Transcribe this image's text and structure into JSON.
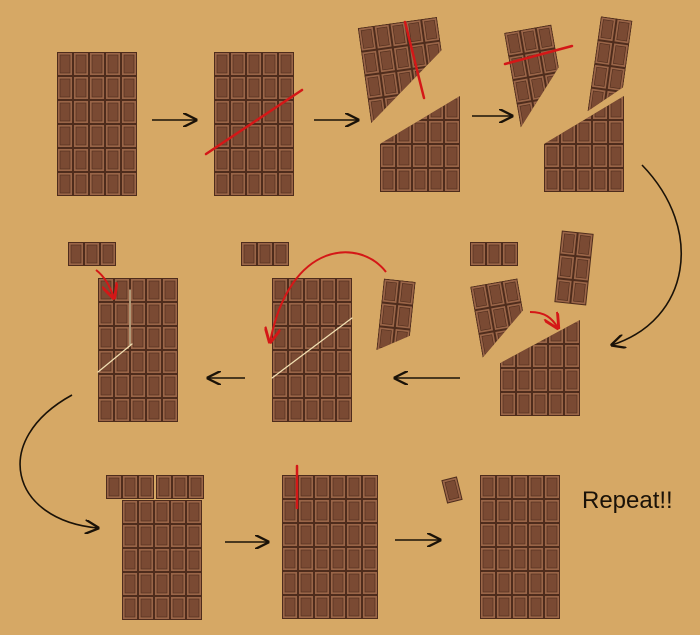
{
  "caption": "Repeat!!",
  "colors": {
    "background": "#d6a865",
    "chocolate": "#7a4a33",
    "chocolate_dark": "#4e2c1c",
    "chocolate_light": "#9a6548",
    "cut_line": "#d41717",
    "crack_line": "#f1dfb2",
    "arrow": "#1a1208"
  },
  "steps": [
    {
      "id": 1,
      "description_icon": "full-chocolate-bar"
    },
    {
      "id": 2,
      "description_icon": "diagonal-cut"
    },
    {
      "id": 3,
      "description_icon": "separated-pieces"
    },
    {
      "id": 4,
      "description_icon": "cut-small-strip"
    },
    {
      "id": 5,
      "description_icon": "move-wedge"
    },
    {
      "id": 6,
      "description_icon": "swap-pieces"
    },
    {
      "id": 7,
      "description_icon": "reassembled-bar"
    },
    {
      "id": 8,
      "description_icon": "bar-with-extra-piece"
    },
    {
      "id": 9,
      "description_icon": "cut-extra-column"
    },
    {
      "id": 10,
      "description_icon": "full-bar-plus-free-piece"
    }
  ]
}
